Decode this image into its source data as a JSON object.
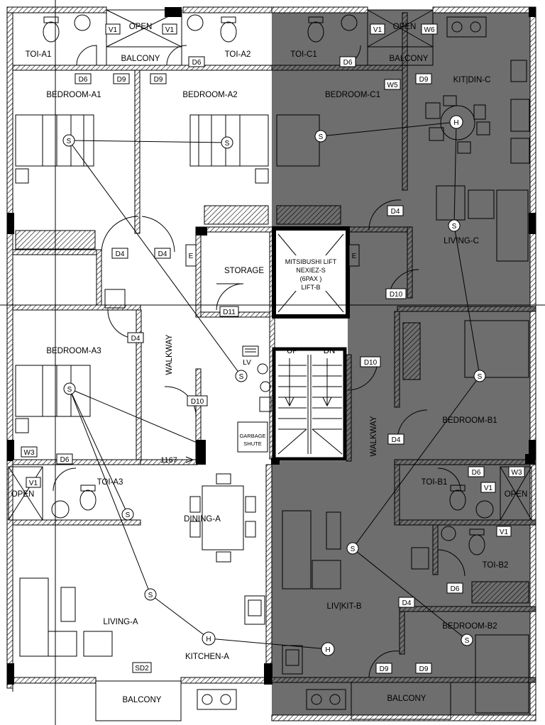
{
  "rooms": {
    "toi_a1": "TOI-A1",
    "open_top": "OPEN",
    "balcony_top_a": "BALCONY",
    "toi_a2": "TOI-A2",
    "toi_c1": "TOI-C1",
    "open_top_c": "OPEN",
    "balcony_top_c": "BALCONY",
    "bedroom_a1": "BEDROOM-A1",
    "bedroom_a2": "BEDROOM-A2",
    "bedroom_c1": "BEDROOM-C1",
    "kit_din_c": "KIT|DIN-C",
    "storage": "STORAGE",
    "lift_line1": "MITSIBUSHI LIFT",
    "lift_line2": "NEXIEZ-S",
    "lift_line3": "(6PAX )",
    "lift_line4": "LIFT-B",
    "living_c": "LIVING-C",
    "walkway_a": "WALKWAY",
    "bedroom_a3": "BEDROOM-A3",
    "up": "UP",
    "dn": "DN",
    "lv": "LV",
    "garbage_line1": "GARBAGE",
    "garbage_line2": "SHUTE",
    "walkway_b": "WALKWAY",
    "bedroom_b1": "BEDROOM-B1",
    "open_left": "OPEN",
    "toi_a3": "TOI-A3",
    "toi_b1": "TOI-B1",
    "open_right": "OPEN",
    "dining_a": "DINING-A",
    "toi_b2": "TOI-B2",
    "living_a": "LIVING-A",
    "liv_kit_b": "LIV|KIT-B",
    "bedroom_b2": "BEDROOM-B2",
    "kitchen_a": "KITCHEN-A",
    "balcony_bottom_a": "BALCONY",
    "balcony_bottom_b": "BALCONY"
  },
  "dimension": "1167",
  "tags": {
    "v1_a": "V1",
    "v1_b": "V1",
    "v1_c": "V1",
    "w6": "W6",
    "d6_a1": "D6",
    "d9_a1": "D9",
    "d9_a2": "D9",
    "d6_a2": "D6",
    "d6_c1": "D6",
    "d9_c1": "D9",
    "w5": "W5",
    "d4_a1": "D4",
    "d4_a2": "D4",
    "d4_c": "D4",
    "d10_c": "D10",
    "d11": "D11",
    "d4_a3": "D4",
    "d10_b": "D10",
    "d10_a": "D10",
    "d4_b1": "D4",
    "w3_a": "W3",
    "d6_a3": "D6",
    "v1_a3": "V1",
    "d6_b1": "D6",
    "w3_b": "W3",
    "v1_b1": "V1",
    "v1_b2": "V1",
    "d6_b2": "D6",
    "d4_b2": "D4",
    "sd2": "SD2",
    "d9_b1": "D9",
    "d9_b2": "D9"
  },
  "symbols": {
    "switch": "S",
    "heater": "H",
    "e_label": "E"
  },
  "colors": {
    "shade": "#6e6e6e",
    "line": "#000000",
    "background": "#ffffff"
  }
}
